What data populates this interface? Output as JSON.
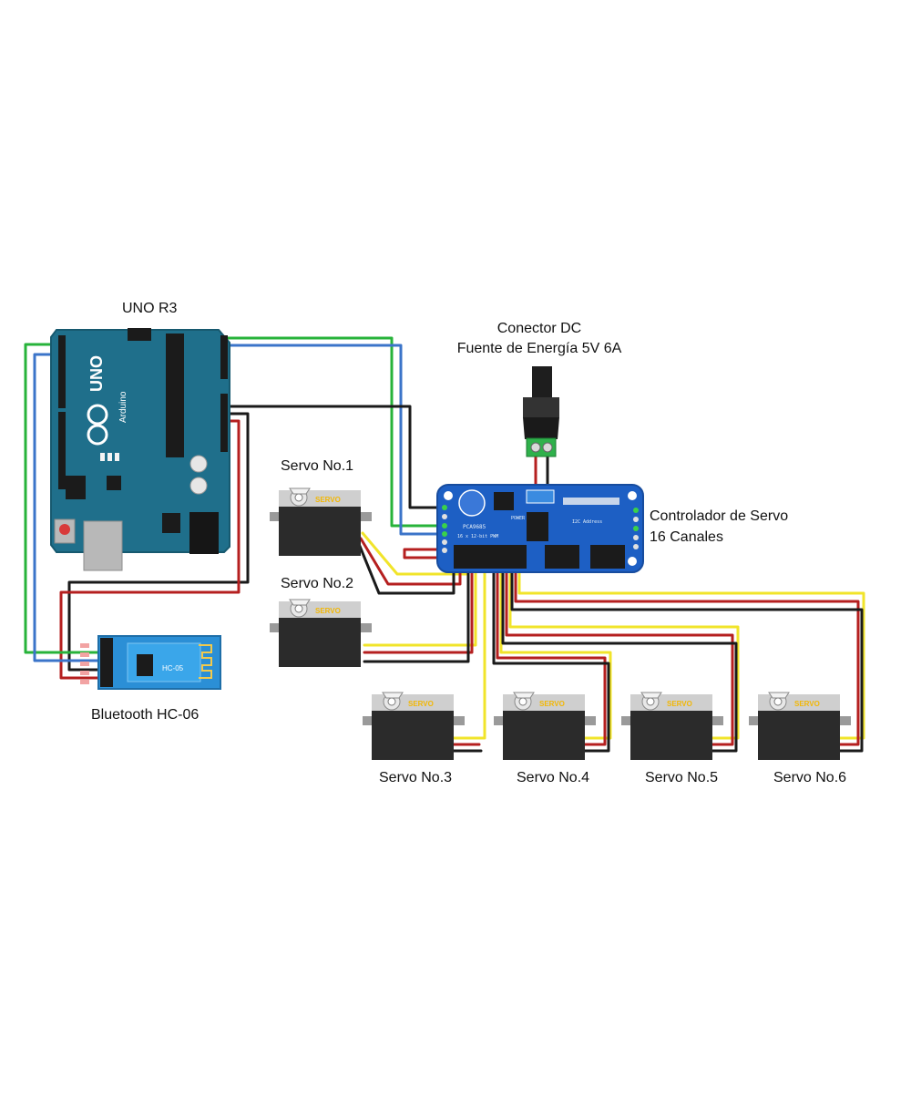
{
  "labels": {
    "uno": "UNO R3",
    "dc_connector_line1": "Conector DC",
    "dc_connector_line2": "Fuente de Energía 5V 6A",
    "controller_line1": "Controlador de Servo",
    "controller_line2": "16 Canales",
    "bluetooth": "Bluetooth HC-06",
    "servo1": "Servo No.1",
    "servo2": "Servo No.2",
    "servo3": "Servo No.3",
    "servo4": "Servo No.4",
    "servo5": "Servo No.5",
    "servo6": "Servo No.6"
  },
  "board_marks": {
    "arduino_logo": "UNO",
    "arduino_brand": "Arduino",
    "servo_sticker": "SERVO",
    "bt_module": "HC-05",
    "pca_chip": "PCA9685",
    "pca_sub": "16 x 12-bit PWM",
    "pca_power": "POWER",
    "i2c_address": "I2C Address"
  },
  "colors": {
    "arduino_board": "#1f6f8b",
    "controller_board": "#1d5fc4",
    "bt_board": "#2b8fd6",
    "servo_body": "#2b2b2b",
    "servo_sticker_text": "#f2b705",
    "wire_green": "#27b33a",
    "wire_blue": "#3b74c9",
    "wire_black": "#1a1a1a",
    "wire_red": "#b51f1f",
    "wire_yellow": "#f1e42a"
  }
}
